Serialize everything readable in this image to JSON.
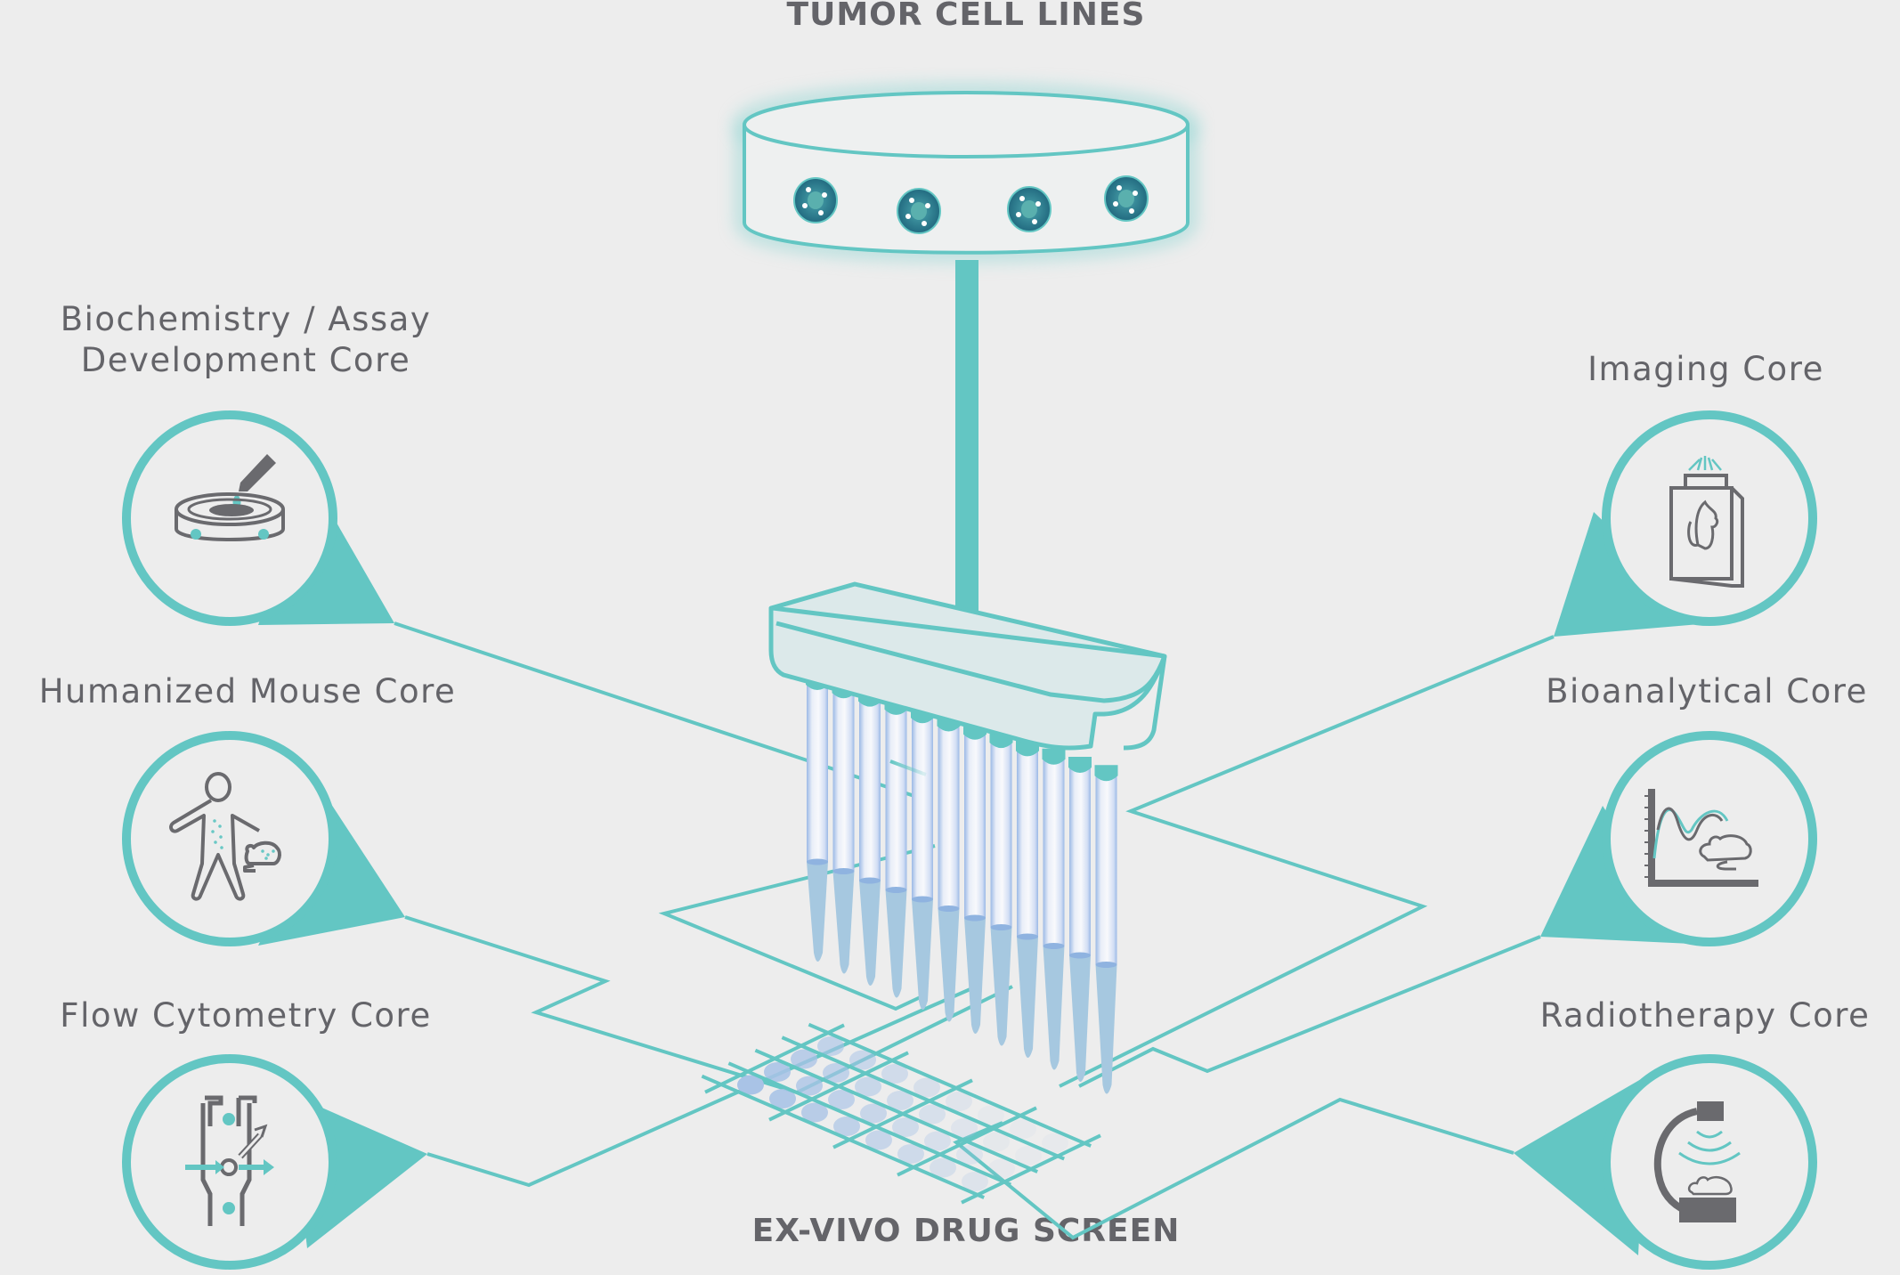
{
  "top_title": "TUMOR CELL LINES",
  "bottom_title": "EX-VIVO DRUG SCREEN",
  "colors": {
    "background": "#ededed",
    "teal": "#63c6c3",
    "text": "#646469",
    "icon_gray": "#6a6a6e",
    "cell_dark": "#2f7a8e",
    "tip_blue": "#a6c8e0",
    "well_blue": "#a9c3e6"
  },
  "cores": [
    {
      "id": "biochemistry",
      "label_lines": [
        "Biochemistry / Assay",
        "Development Core"
      ],
      "icon": "pipette-dish-icon",
      "side": "left"
    },
    {
      "id": "humanized-mouse",
      "label_lines": [
        "Humanized Mouse Core"
      ],
      "icon": "human-mouse-icon",
      "side": "left"
    },
    {
      "id": "flow-cytometry",
      "label_lines": [
        "Flow Cytometry Core"
      ],
      "icon": "flow-cell-icon",
      "side": "left"
    },
    {
      "id": "imaging",
      "label_lines": [
        "Imaging Core"
      ],
      "icon": "imaging-box-mouse-icon",
      "side": "right"
    },
    {
      "id": "bioanalytical",
      "label_lines": [
        "Bioanalytical Core"
      ],
      "icon": "chart-mouse-icon",
      "side": "right"
    },
    {
      "id": "radiotherapy",
      "label_lines": [
        "Radiotherapy Core"
      ],
      "icon": "radiation-arm-mouse-icon",
      "side": "right"
    }
  ],
  "dish": {
    "cell_count": 4
  },
  "pipette": {
    "channel_count": 12
  },
  "plate": {
    "rows": 4,
    "cols": 8
  }
}
